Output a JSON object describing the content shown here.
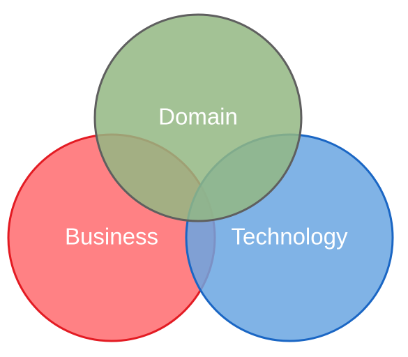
{
  "diagram": {
    "type": "venn",
    "sets": [
      {
        "id": "domain",
        "label": "Domain",
        "fill_color": "#93b783",
        "stroke_color": "#5f5f5f"
      },
      {
        "id": "business",
        "label": "Business",
        "fill_color": "#ff6b6f",
        "stroke_color": "#e31b23"
      },
      {
        "id": "technology",
        "label": "Technology",
        "fill_color": "#6aa6e2",
        "stroke_color": "#1a66c4"
      }
    ],
    "overlaps": [
      {
        "sets": [
          "domain",
          "business"
        ]
      },
      {
        "sets": [
          "domain",
          "technology"
        ]
      },
      {
        "sets": [
          "business",
          "technology"
        ]
      }
    ]
  }
}
